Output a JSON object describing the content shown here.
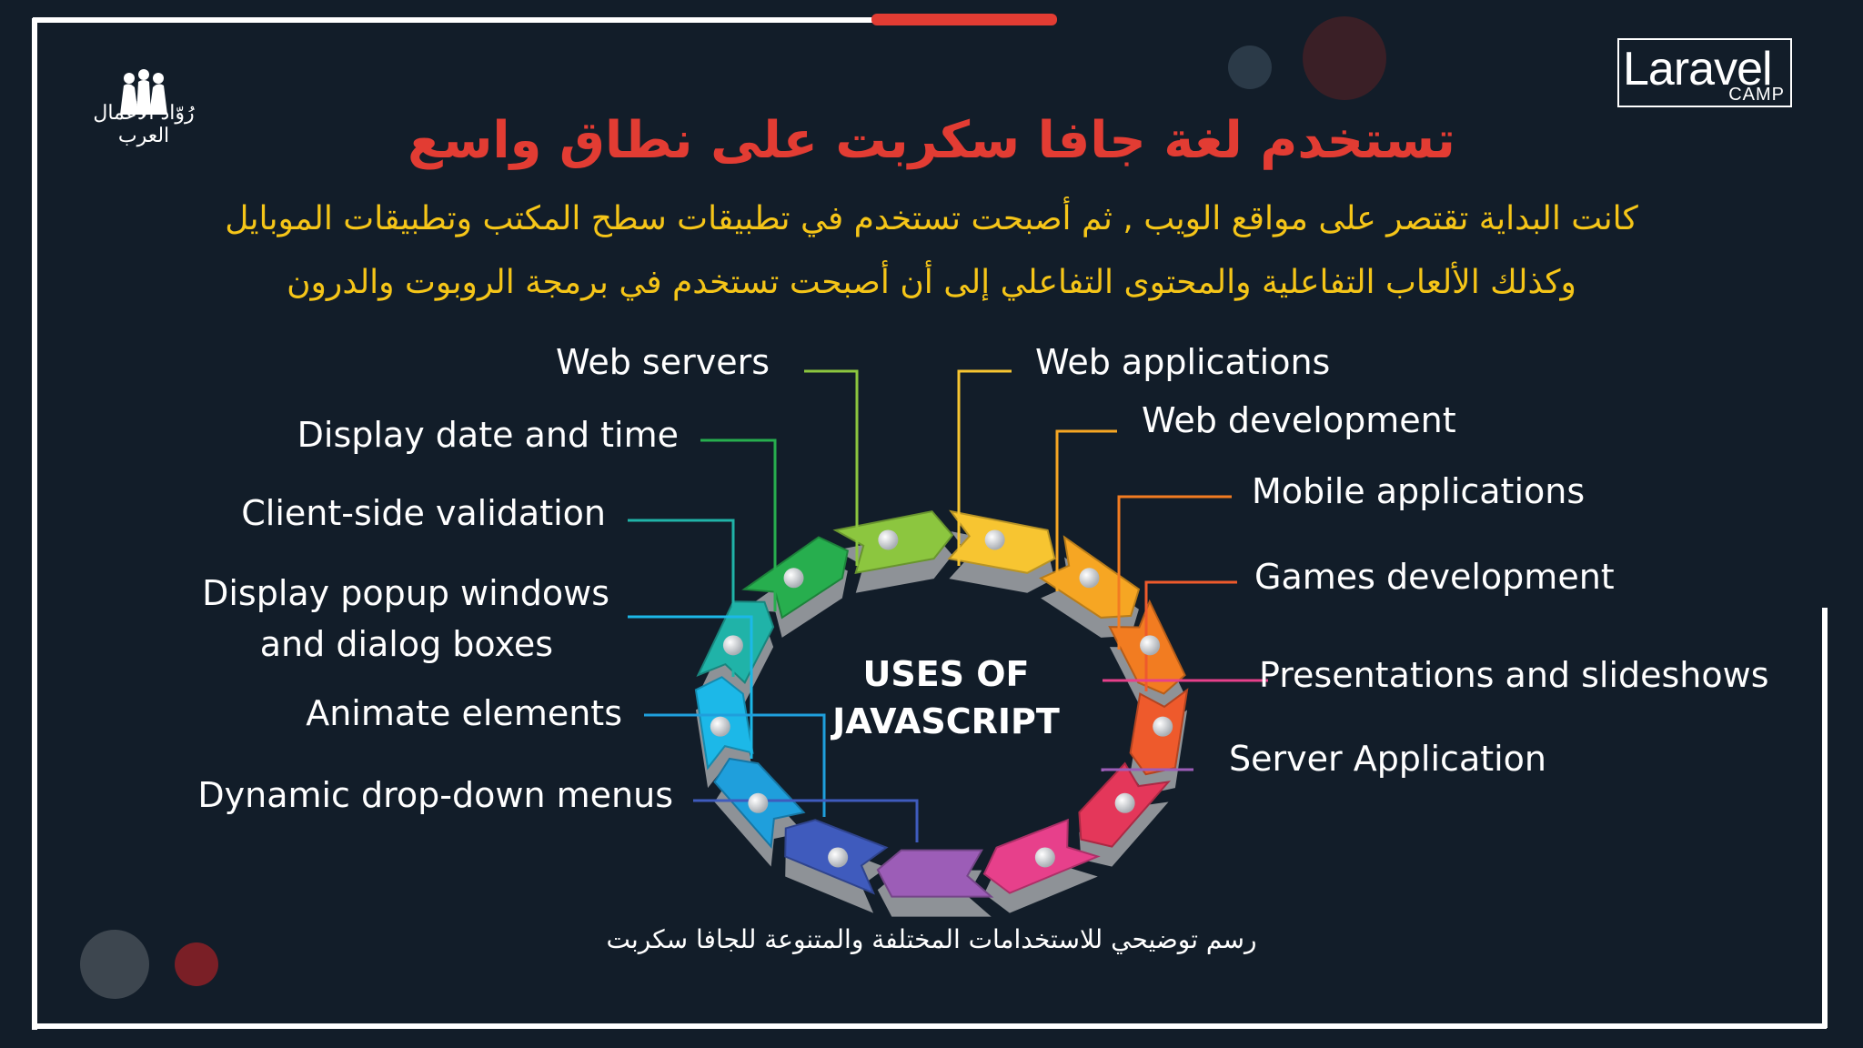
{
  "header": {
    "title": "تستخدم لغة جافا سكربت على نطاق واسع",
    "subtitle_line1": "كانت البداية تقتصر على مواقع الويب , ثم أصبحت تستخدم في تطبيقات سطح المكتب وتطبيقات الموبايل",
    "subtitle_line2": "وكذلك الألعاب التفاعلية والمحتوى التفاعلي إلى أن أصبحت تستخدم في برمجة الروبوت والدرون"
  },
  "logos": {
    "laravel_word": "Laravel",
    "laravel_sub": "CAMP",
    "org_name": "رُوّاد الأعمال العرب"
  },
  "diagram": {
    "center_line1": "USES OF",
    "center_line2": "JAVASCRIPT",
    "left_labels": [
      "Web servers",
      "Display date and time",
      "Client-side validation",
      "Display popup windows",
      "and dialog boxes",
      "Animate elements",
      "Dynamic drop-down menus"
    ],
    "right_labels": [
      "Web applications",
      "Web development",
      "Mobile applications",
      "Games development",
      "Presentations and slideshows",
      "Server Application"
    ],
    "segment_colors": [
      "#f7c531",
      "#f6a623",
      "#f27c21",
      "#ee5a2c",
      "#e4375a",
      "#e7408b",
      "#9c5db7",
      "#3f5bbd",
      "#1f9fdc",
      "#1cb8e8",
      "#20b3a8",
      "#27ae4e",
      "#8cc63f"
    ]
  },
  "caption": "رسم توضيحي للاستخدامات المختلفة والمتنوعة للجافا سكربت",
  "colors": {
    "background": "#121d29",
    "title": "#e23c33",
    "subtitle": "#f5c518",
    "accent_bar": "#e23c33"
  }
}
